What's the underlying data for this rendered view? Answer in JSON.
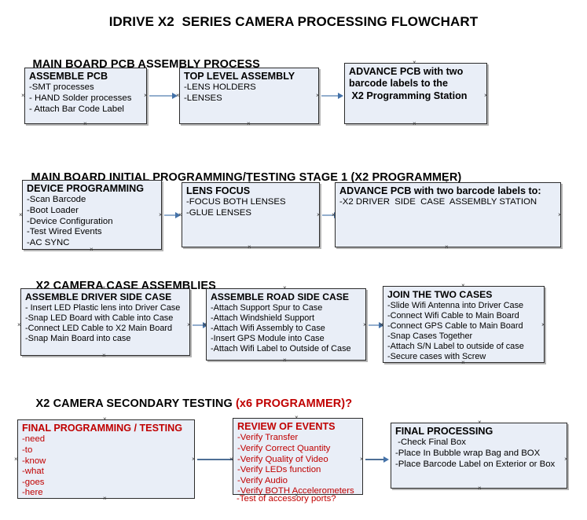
{
  "document": {
    "title": "IDRIVE X2  SERIES CAMERA PROCESSING FLOWCHART"
  },
  "colors": {
    "box_fill": "#e9eef7",
    "box_border": "#2b2b2b",
    "connector": "#93aecd",
    "arrow_head": "#4472a8",
    "accent_red": "#c00000",
    "text": "#000000",
    "background": "#ffffff"
  },
  "sections": [
    {
      "id": "main-board-pcb-assembly",
      "header": "MAIN BOARD PCB ASSEMBLY PROCESS",
      "header_accent": "",
      "boxes": [
        {
          "id": "assemble-pcb",
          "title": "ASSEMBLE PCB",
          "lines": [
            "-SMT processes",
            "- HAND Solder processes",
            "- Attach Bar Code Label"
          ]
        },
        {
          "id": "top-level-assembly",
          "title": "TOP LEVEL ASSEMBLY",
          "lines": [
            "-LENS HOLDERS",
            "-LENSES"
          ]
        },
        {
          "id": "advance-pcb-to-x2-programming-station",
          "title": "ADVANCE PCB with two",
          "lines": [
            "barcode labels to the",
            " X2 Programming Station"
          ]
        }
      ]
    },
    {
      "id": "main-board-initial-programming",
      "header": "MAIN BOARD INITIAL PROGRAMMING/TESTING STAGE 1 (X2 PROGRAMMER)",
      "header_accent": "",
      "boxes": [
        {
          "id": "device-programming",
          "title": "DEVICE PROGRAMMING",
          "lines": [
            "-Scan Barcode",
            "-Boot Loader",
            "-Device Configuration",
            "-Test Wired Events",
            "-AC SYNC"
          ]
        },
        {
          "id": "lens-focus",
          "title": "LENS FOCUS",
          "lines": [
            "-FOCUS BOTH LENSES",
            "-GLUE LENSES"
          ]
        },
        {
          "id": "advance-pcb-to-driver-side-case-station",
          "title": "ADVANCE PCB with two barcode labels to:",
          "lines": [
            "-X2 DRIVER  SIDE  CASE  ASSEMBLY STATION"
          ]
        }
      ]
    },
    {
      "id": "x2-camera-case-assemblies",
      "header": "X2 CAMERA CASE ASSEMBLIES",
      "header_accent": "",
      "boxes": [
        {
          "id": "assemble-driver-side-case",
          "title": "ASSEMBLE DRIVER SIDE CASE",
          "lines": [
            "- Insert LED Plastic lens into Driver Case",
            "-Snap LED Board with Cable into Case",
            "-Connect LED Cable to X2 Main Board",
            "-Snap Main Board into case"
          ]
        },
        {
          "id": "assemble-road-side-case",
          "title": "ASSEMBLE ROAD SIDE CASE",
          "lines": [
            "-Attach Support Spur to Case",
            "-Attach Windshield Support",
            "-Attach Wifi Assembly to Case",
            "-Insert GPS Module into Case",
            "-Attach Wifi Label to Outside of Case"
          ]
        },
        {
          "id": "join-the-two-cases",
          "title": "JOIN THE TWO CASES",
          "lines": [
            "-Slide Wifi Antenna into Driver Case",
            "-Connect Wifi Cable to Main Board",
            "-Connect GPS Cable to Main Board",
            "-Snap Cases Together",
            "-Attach S/N Label to outside of case",
            "-Secure cases with Screw"
          ]
        }
      ]
    },
    {
      "id": "x2-camera-secondary-testing",
      "header": "X2 CAMERA SECONDARY TESTING ",
      "header_accent": "(x6 PROGRAMMER)?",
      "boxes": [
        {
          "id": "final-programming-testing",
          "title": "FINAL PROGRAMMING / TESTING",
          "lines": [
            "-need",
            "-to",
            "-know",
            "-what",
            "-goes",
            "-here"
          ]
        },
        {
          "id": "review-of-events",
          "title": "REVIEW OF EVENTS",
          "lines": [
            "-Verify Transfer",
            "-Verify Correct Quantity",
            "-Verify Quality of Video",
            "-Verify LEDs function",
            "-Verify Audio",
            "-Verify BOTH Accelerometers"
          ],
          "overflow_line": "-Test of accessory ports?"
        },
        {
          "id": "final-processing",
          "title": "FINAL PROCESSING",
          "lines": [
            " -Check Final Box",
            "-Place In Bubble wrap Bag and BOX",
            "-Place Barcode Label on Exterior or Box"
          ]
        }
      ]
    }
  ]
}
